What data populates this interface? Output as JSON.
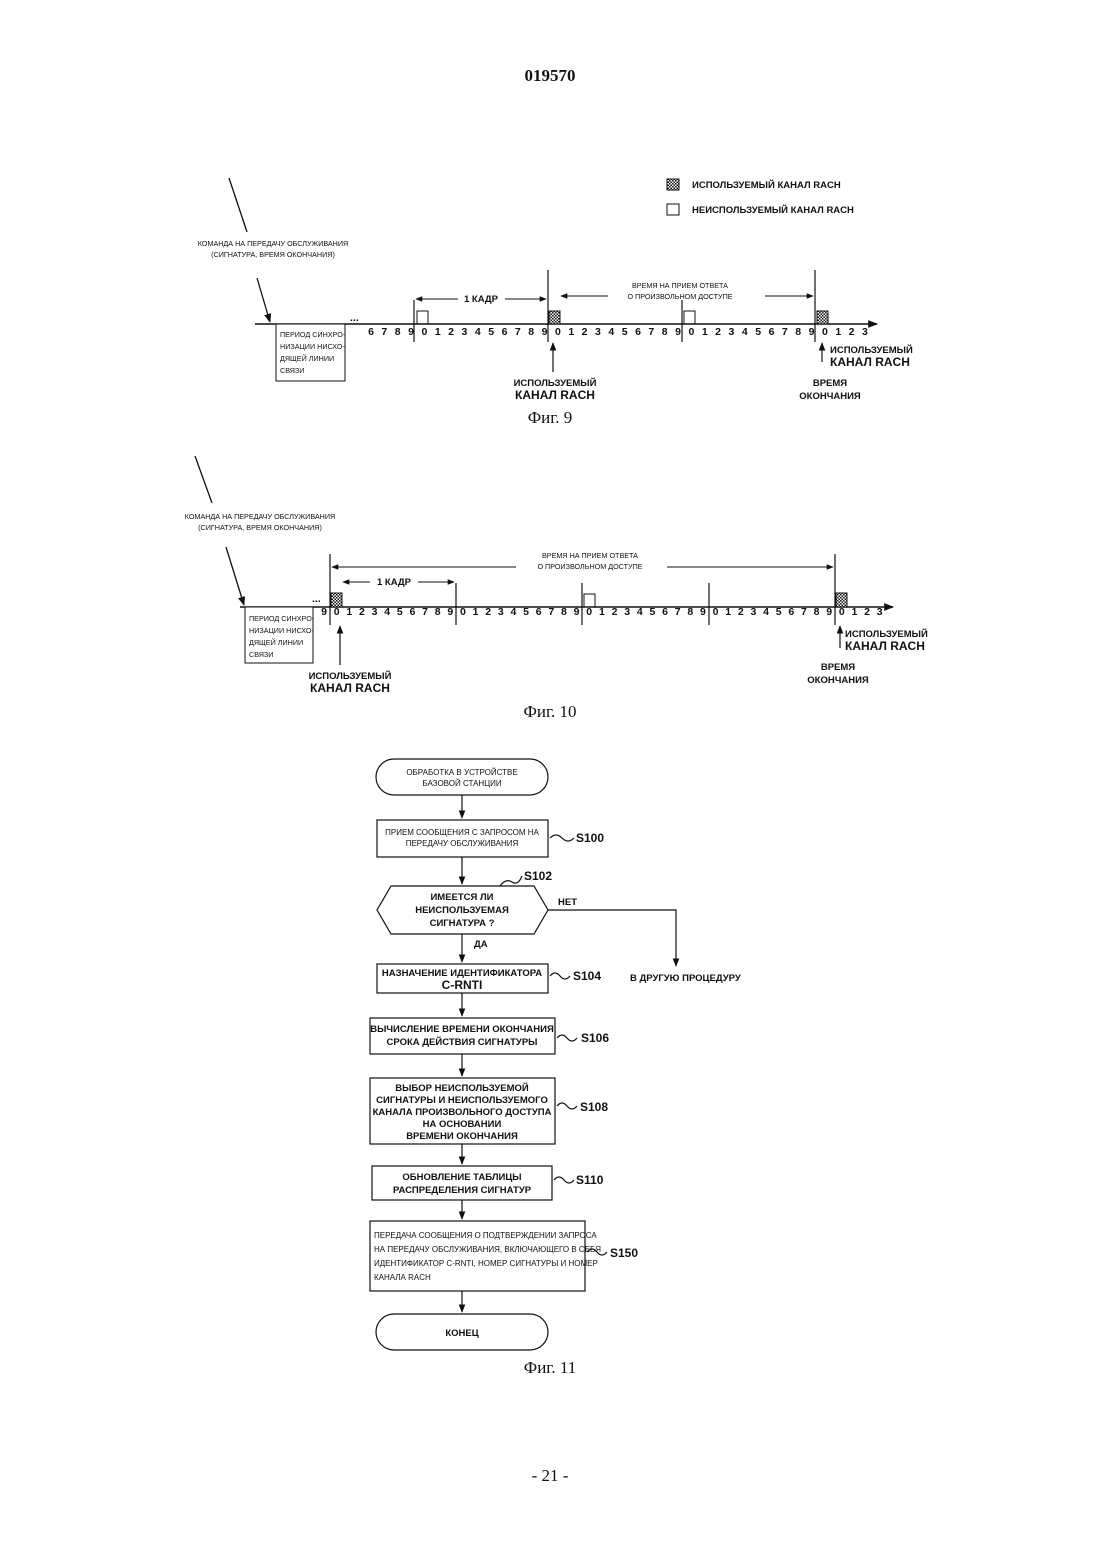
{
  "page": {
    "header": "019570",
    "footer": "- 21 -"
  },
  "legend": {
    "used": "ИСПОЛЬЗУЕМЫЙ КАНАЛ RACH",
    "unused": "НЕИСПОЛЬЗУЕМЫЙ КАНАЛ RACH"
  },
  "fig9": {
    "caption": "Фиг. 9",
    "command": [
      "КОМАНДА НА ПЕРЕДАЧУ ОБСЛУЖИВАНИЯ",
      "(СИГНАТУРА, ВРЕМЯ ОКОНЧАНИЯ)"
    ],
    "sync_box": [
      "ПЕРИОД СИНХРО-",
      "НИЗАЦИИ НИСХО-",
      "ДЯЩЕЙ ЛИНИИ",
      "СВЯЗИ"
    ],
    "frame_label": "1 КАДР",
    "response": [
      "ВРЕМЯ НА ПРИЕМ ОТВЕТА",
      "О ПРОИЗВОЛЬНОМ ДОСТУПЕ"
    ],
    "used_rach": [
      "ИСПОЛЬЗУЕМЫЙ",
      "КАНАЛ RACH"
    ],
    "end_time": [
      "ВРЕМЯ",
      "ОКОНЧАНИЯ"
    ],
    "ellipsis": "...",
    "ticks": [
      "6",
      "7",
      "8",
      "9",
      "0",
      "1",
      "2",
      "3",
      "4",
      "5",
      "6",
      "7",
      "8",
      "9",
      "0",
      "1",
      "2",
      "3",
      "4",
      "5",
      "6",
      "7",
      "8",
      "9",
      "0",
      "1",
      "2",
      "3",
      "4",
      "5",
      "6",
      "7",
      "8",
      "9",
      "0",
      "1",
      "2",
      "3"
    ]
  },
  "fig10": {
    "caption": "Фиг. 10",
    "command": [
      "КОМАНДА НА ПЕРЕДАЧУ ОБСЛУЖИВАНИЯ",
      "(СИГНАТУРА, ВРЕМЯ ОКОНЧАНИЯ)"
    ],
    "sync_box": [
      "ПЕРИОД СИНХРО-",
      "НИЗАЦИИ НИСХО-",
      "ДЯЩЕЙ ЛИНИИ",
      "СВЯЗИ"
    ],
    "frame_label": "1 КАДР",
    "response": [
      "ВРЕМЯ НА ПРИЕМ ОТВЕТА",
      "О ПРОИЗВОЛЬНОМ ДОСТУПЕ"
    ],
    "used_rach": [
      "ИСПОЛЬЗУЕМЫЙ",
      "КАНАЛ RACH"
    ],
    "end_time": [
      "ВРЕМЯ",
      "ОКОНЧАНИЯ"
    ],
    "ellipsis": "...",
    "ticks": [
      "9",
      "0",
      "1",
      "2",
      "3",
      "4",
      "5",
      "6",
      "7",
      "8",
      "9",
      "0",
      "1",
      "2",
      "3",
      "4",
      "5",
      "6",
      "7",
      "8",
      "9",
      "0",
      "1",
      "2",
      "3",
      "4",
      "5",
      "6",
      "7",
      "8",
      "9",
      "0",
      "1",
      "2",
      "3",
      "4",
      "5",
      "6",
      "7",
      "8",
      "9",
      "0",
      "1",
      "2",
      "3"
    ]
  },
  "fig11": {
    "caption": "Фиг. 11",
    "start": [
      "ОБРАБОТКА В УСТРОЙСТВЕ",
      "БАЗОВОЙ СТАНЦИИ"
    ],
    "s100": {
      "text": [
        "ПРИЕМ СООБЩЕНИЯ С ЗАПРОСОМ НА",
        "ПЕРЕДАЧУ ОБСЛУЖИВАНИЯ"
      ],
      "step": "S100"
    },
    "s102": {
      "text": [
        "ИМЕЕТСЯ ЛИ",
        "НЕИСПОЛЬЗУЕМАЯ",
        "СИГНАТУРА ?"
      ],
      "step": "S102",
      "no": "НЕТ",
      "yes": "ДА"
    },
    "other": "В ДРУГУЮ ПРОЦЕДУРУ",
    "s104": {
      "text": [
        "НАЗНАЧЕНИЕ ИДЕНТИФИКАТОРА",
        "C-RNTI"
      ],
      "step": "S104"
    },
    "s106": {
      "text": [
        "ВЫЧИСЛЕНИЕ ВРЕМЕНИ ОКОНЧАНИЯ",
        "СРОКА ДЕЙСТВИЯ СИГНАТУРЫ"
      ],
      "step": "S106"
    },
    "s108": {
      "text": [
        "ВЫБОР НЕИСПОЛЬЗУЕМОЙ",
        "СИГНАТУРЫ И НЕИСПОЛЬЗУЕМОГО",
        "КАНАЛА ПРОИЗВОЛЬНОГО ДОСТУПА",
        "НА ОСНОВАНИИ",
        "ВРЕМЕНИ ОКОНЧАНИЯ"
      ],
      "step": "S108"
    },
    "s110": {
      "text": [
        "ОБНОВЛЕНИЕ ТАБЛИЦЫ",
        "РАСПРЕДЕЛЕНИЯ СИГНАТУР"
      ],
      "step": "S110"
    },
    "s150": {
      "text": [
        "ПЕРЕДАЧА СООБЩЕНИЯ О ПОДТВЕРЖДЕНИИ ЗАПРОСА",
        "НА ПЕРЕДАЧУ ОБСЛУЖИВАНИЯ, ВКЛЮЧАЮЩЕГО В СЕБЯ",
        "ИДЕНТИФИКАТОР C-RNTI, НОМЕР СИГНАТУРЫ И НОМЕР",
        "КАНАЛА RACH"
      ],
      "step": "S150"
    },
    "end": "КОНЕЦ"
  }
}
